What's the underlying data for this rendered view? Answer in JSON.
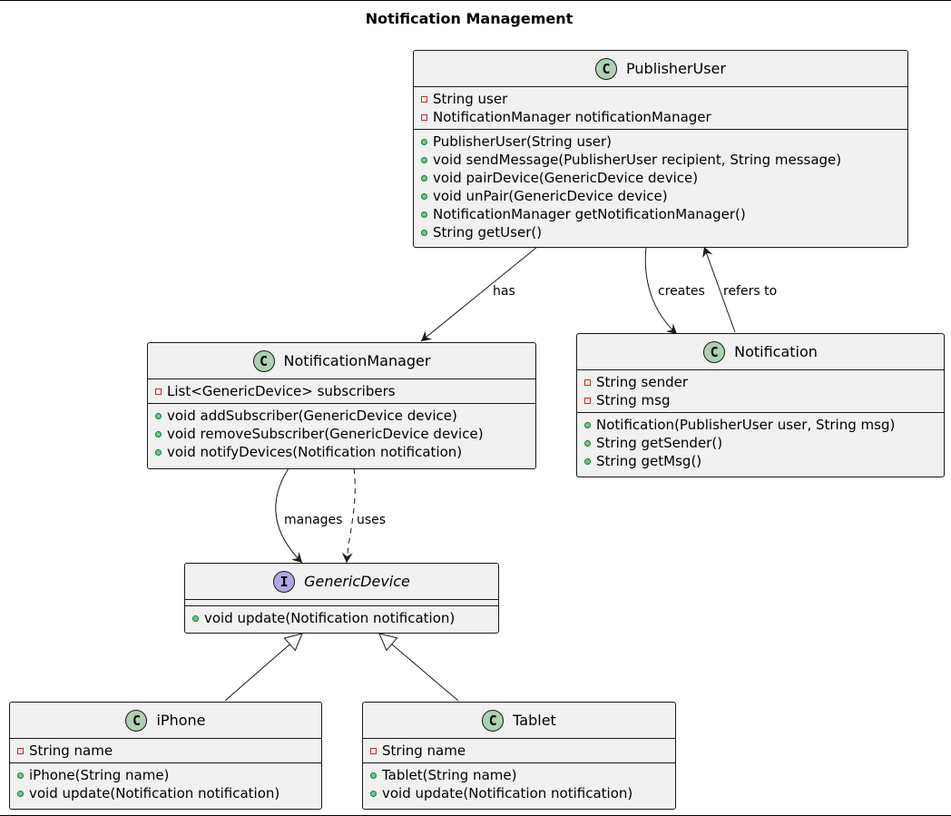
{
  "title": "Notification Management",
  "classes": {
    "publisher_user": {
      "badge": "C",
      "name": "PublisherUser",
      "fields": [
        "String user",
        "NotificationManager notificationManager"
      ],
      "methods": [
        "PublisherUser(String user)",
        "void sendMessage(PublisherUser recipient, String message)",
        "void pairDevice(GenericDevice device)",
        "void unPair(GenericDevice device)",
        "NotificationManager getNotificationManager()",
        "String getUser()"
      ]
    },
    "notification_manager": {
      "badge": "C",
      "name": "NotificationManager",
      "fields": [
        "List<GenericDevice> subscribers"
      ],
      "methods": [
        "void addSubscriber(GenericDevice device)",
        "void removeSubscriber(GenericDevice device)",
        "void notifyDevices(Notification notification)"
      ]
    },
    "notification": {
      "badge": "C",
      "name": "Notification",
      "fields": [
        "String sender",
        "String msg"
      ],
      "methods": [
        "Notification(PublisherUser user, String msg)",
        "String getSender()",
        "String getMsg()"
      ]
    },
    "generic_device": {
      "badge": "I",
      "name": "GenericDevice",
      "fields": [],
      "methods": [
        "void update(Notification notification)"
      ]
    },
    "iphone": {
      "badge": "C",
      "name": "iPhone",
      "fields": [
        "String name"
      ],
      "methods": [
        "iPhone(String name)",
        "void update(Notification notification)"
      ]
    },
    "tablet": {
      "badge": "C",
      "name": "Tablet",
      "fields": [
        "String name"
      ],
      "methods": [
        "Tablet(String name)",
        "void update(Notification notification)"
      ]
    }
  },
  "relations": {
    "has": "has",
    "creates": "creates",
    "refers_to": "refers to",
    "manages": "manages",
    "uses": "uses"
  },
  "colors": {
    "class_fill": "#f1f1f1",
    "border": "#181818",
    "class_badge": "#add1b2",
    "interface_badge": "#b4a7e5",
    "private_marker": "#c82930",
    "public_marker": "#84be84"
  }
}
